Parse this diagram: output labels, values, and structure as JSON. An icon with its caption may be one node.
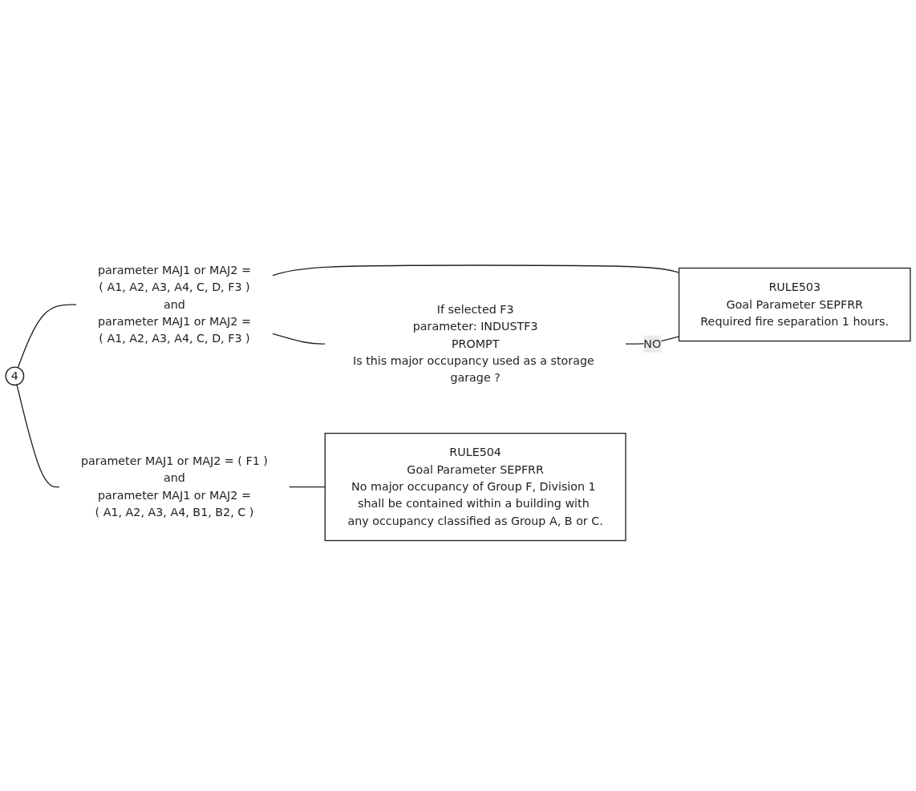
{
  "diagram": {
    "nodes": [
      {
        "text": [
          "4"
        ]
      },
      {
        "text": [
          "parameter MAJ1 or MAJ2 =",
          "( A1, A2, A3, A4, C, D, F3 )",
          "and",
          "parameter MAJ1 or MAJ2 =",
          "( A1, A2, A3, A4, C, D, F3 )"
        ]
      },
      {
        "text": [
          "RULE503",
          "Goal Parameter SEPFRR",
          "Required fire separation 1 hours."
        ]
      },
      {
        "text": [
          "If selected F3",
          "parameter: INDUSTF3",
          "PROMPT",
          "Is this major occupancy used as a storage garage ?"
        ]
      },
      {
        "text": [
          "parameter MAJ1 or MAJ2 = ( F1 )",
          "and",
          "parameter MAJ1 or MAJ2 =",
          "( A1, A2, A3, A4, B1, B2, C )"
        ]
      },
      {
        "text": [
          "RULE504",
          "Goal Parameter SEPFRR",
          "No major occupancy of Group F, Division 1 shall be contained within a building with any occupancy classified as Group A, B or C."
        ]
      }
    ],
    "edges": [
      {
        "from": 0,
        "to": 1,
        "arrow": "none"
      },
      {
        "from": 0,
        "to": 4,
        "arrow": "none"
      },
      {
        "from": 1,
        "to": 2,
        "arrow": "none"
      },
      {
        "from": 1,
        "to": 3,
        "arrow": "none"
      },
      {
        "from": 3,
        "to": 2,
        "arrow": "none",
        "label": "NO"
      },
      {
        "from": 4,
        "to": 5,
        "arrow": "none"
      }
    ]
  }
}
